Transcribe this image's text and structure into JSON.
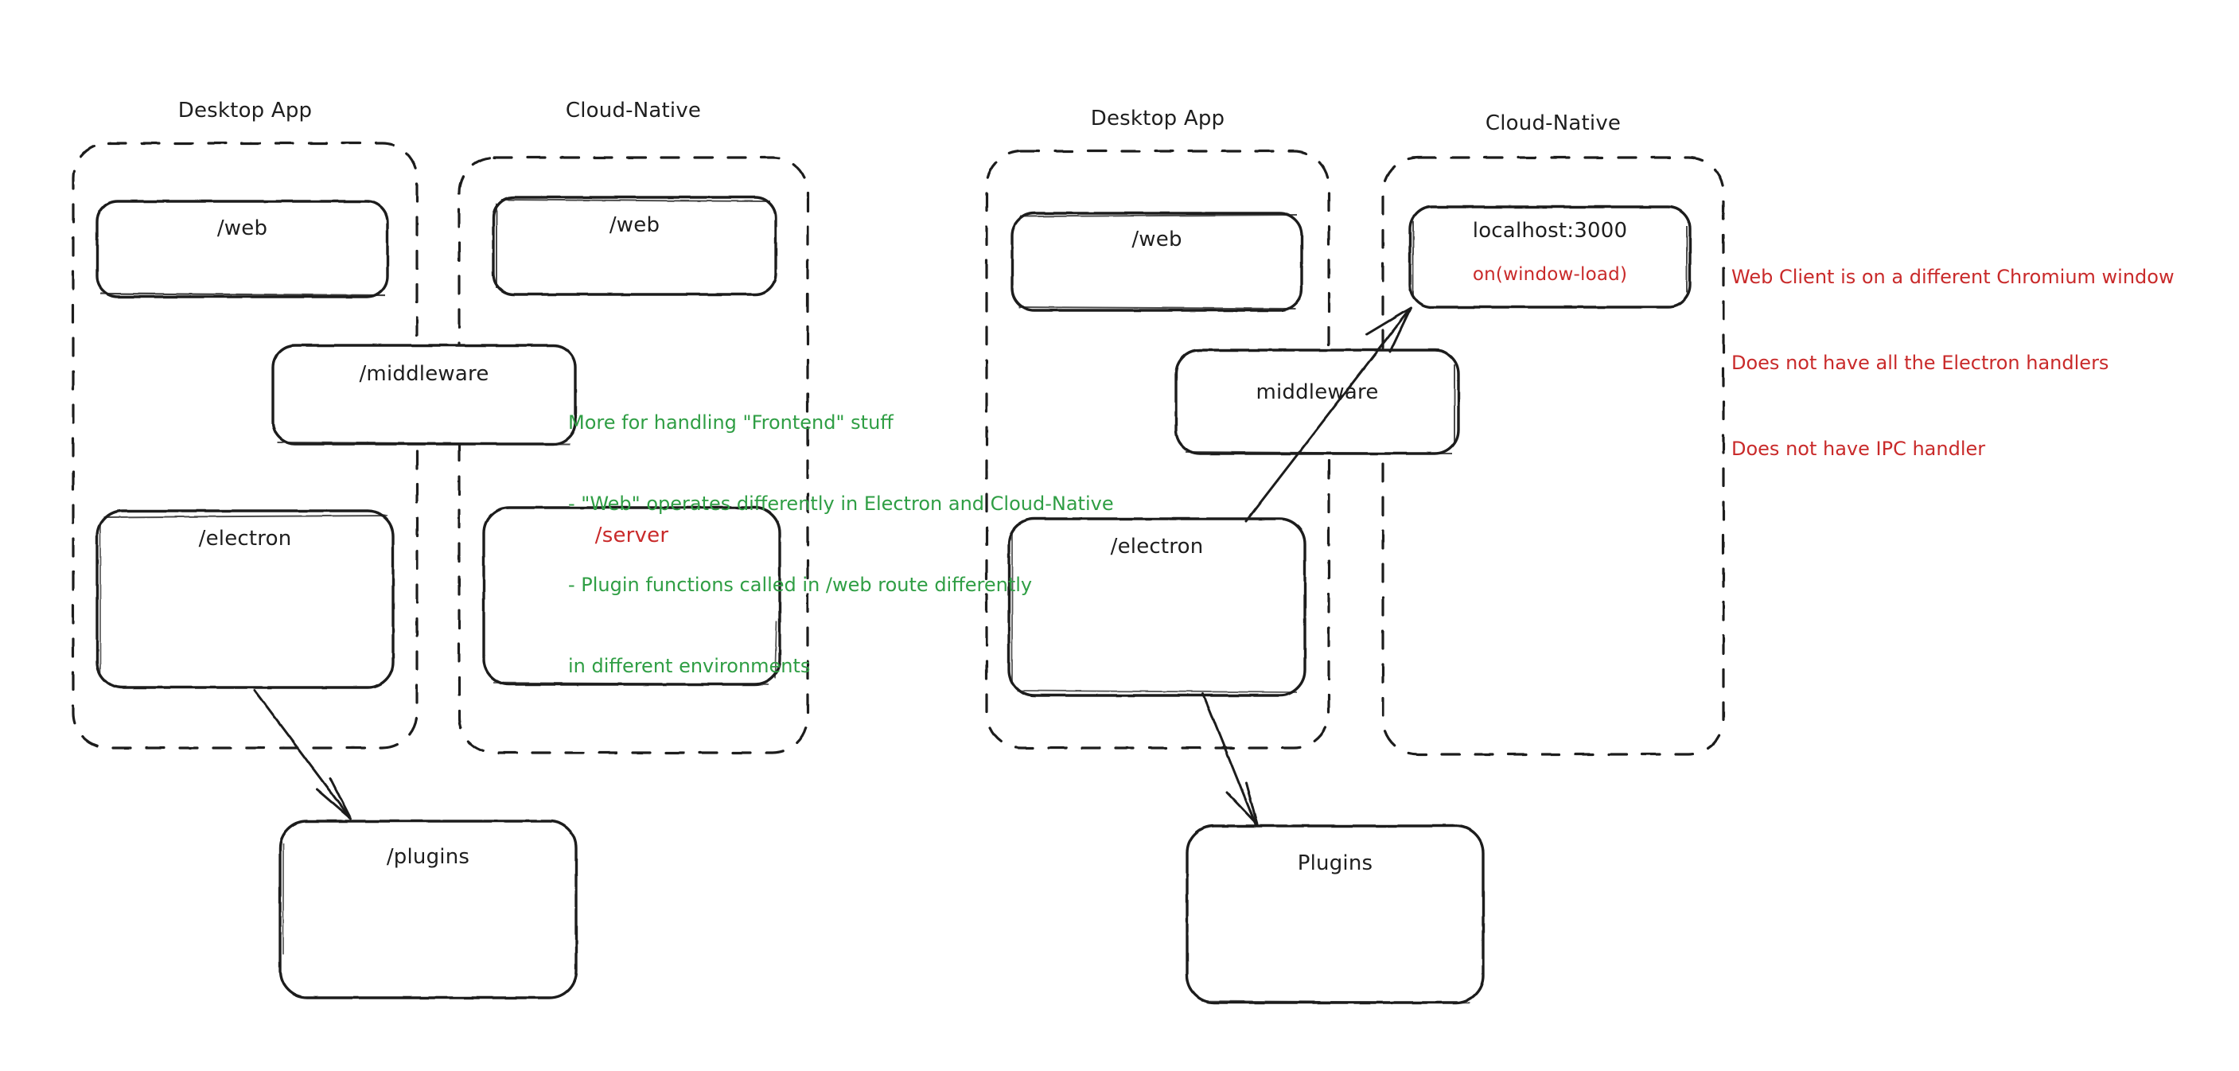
{
  "diagram": {
    "style": "hand-drawn-sketch",
    "background": "#ffffff",
    "colors": {
      "stroke": "#1e1e1e",
      "red": "#c92a2a",
      "green": "#2f9e44"
    },
    "left_diagram": {
      "groups": [
        {
          "id": "left-desktop-app",
          "title": "Desktop App"
        },
        {
          "id": "left-cloud-native",
          "title": "Cloud-Native"
        }
      ],
      "nodes": [
        {
          "id": "left-desktop-web",
          "label": "/web",
          "color": "#1e1e1e"
        },
        {
          "id": "left-cloud-web",
          "label": "/web",
          "color": "#1e1e1e"
        },
        {
          "id": "left-middleware",
          "label": "/middleware",
          "color": "#1e1e1e"
        },
        {
          "id": "left-electron",
          "label": "/electron",
          "color": "#1e1e1e"
        },
        {
          "id": "left-server",
          "label": "/server",
          "color": "#c92a2a"
        },
        {
          "id": "left-plugins",
          "label": "/plugins",
          "color": "#1e1e1e"
        }
      ],
      "edges": [
        {
          "from": "left-electron",
          "to": "left-plugins"
        }
      ]
    },
    "right_diagram": {
      "groups": [
        {
          "id": "right-desktop-app",
          "title": "Desktop App"
        },
        {
          "id": "right-cloud-native",
          "title": "Cloud-Native"
        }
      ],
      "nodes": [
        {
          "id": "right-desktop-web",
          "label": "/web",
          "color": "#1e1e1e"
        },
        {
          "id": "right-localhost",
          "label": "localhost:3000",
          "sublabel": "on(window-load)",
          "sublabel_color": "#c92a2a",
          "color": "#1e1e1e"
        },
        {
          "id": "right-middleware",
          "label": "middleware",
          "color": "#1e1e1e"
        },
        {
          "id": "right-electron",
          "label": "/electron",
          "color": "#1e1e1e"
        },
        {
          "id": "right-plugins",
          "label": "Plugins",
          "color": "#1e1e1e"
        }
      ],
      "edges": [
        {
          "from": "right-electron",
          "to": "right-plugins"
        },
        {
          "from": "right-electron",
          "to": "right-localhost"
        }
      ]
    },
    "annotations": [
      {
        "id": "green-note",
        "color": "#2f9e44",
        "lines": [
          "More for handling \"Frontend\" stuff",
          "- \"Web\" operates differently in Electron and Cloud-Native",
          "- Plugin functions called in /web route differently",
          "in different environments"
        ]
      },
      {
        "id": "red-note",
        "color": "#c92a2a",
        "lines": [
          "Web Client is on a different Chromium window",
          "Does not have all the Electron handlers",
          "Does not have IPC handler"
        ]
      }
    ]
  }
}
